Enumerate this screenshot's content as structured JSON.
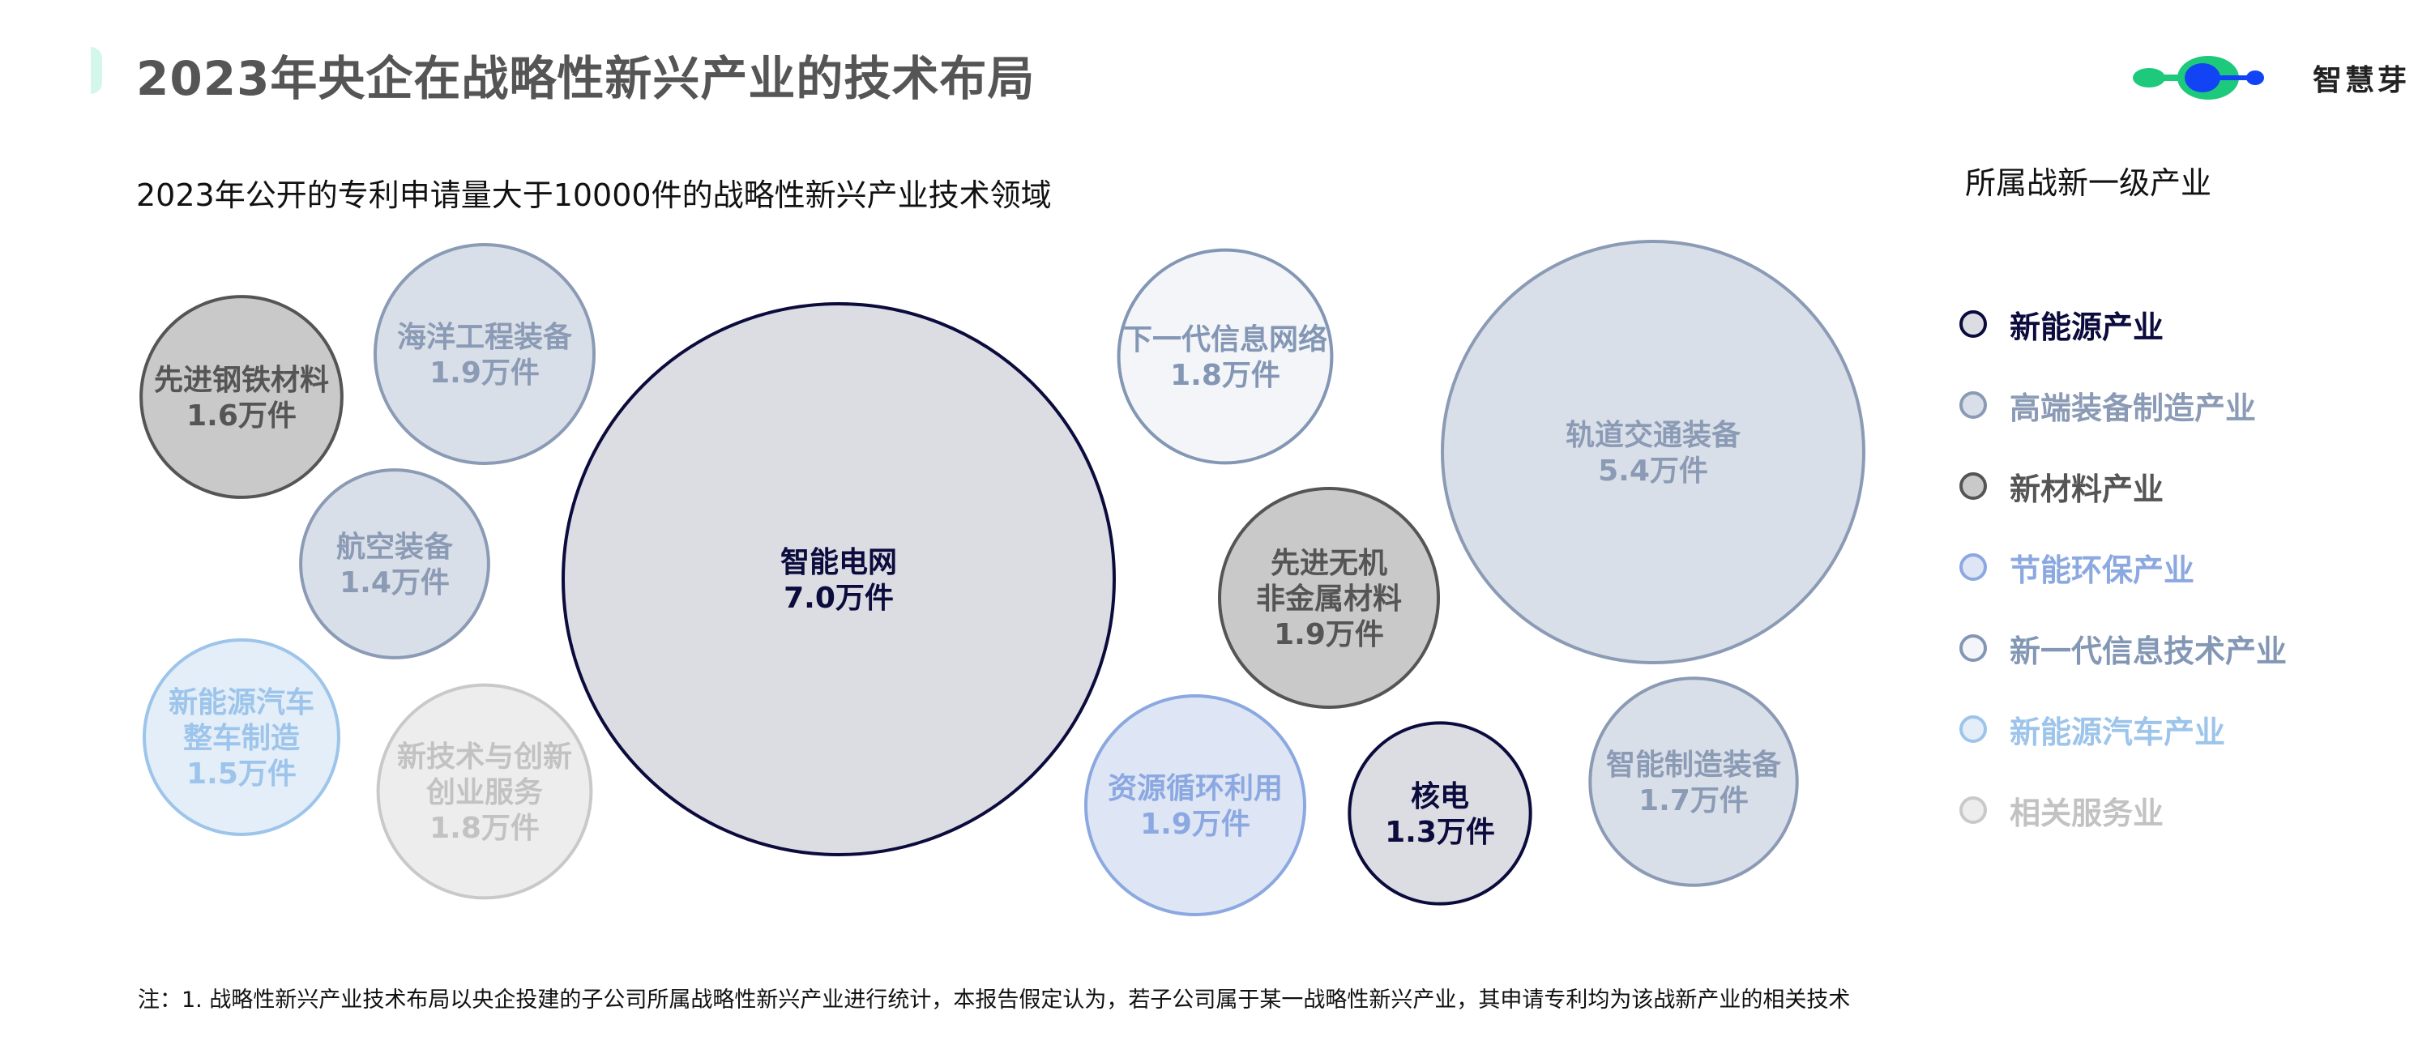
{
  "header": {
    "title": "2023年央企在战略性新兴产业的技术布局"
  },
  "logo": {
    "text": "智慧芽"
  },
  "footnote": "注：1. 战略性新兴产业技术布局以央企投建的子公司所属战略性新兴产业进行统计，本报告假定认为，若子公司属于某一战略性新兴产业，其申请专利均为该战新产业的相关技术",
  "chart_data": {
    "type": "bubble",
    "title": "2023年公开的专利申请量大于10000件的战略性新兴产业技术领域",
    "unit": "万件",
    "legend_title": "所属战新一级产业",
    "legend_placement": "right",
    "categories": [
      {
        "name": "新能源产业",
        "fill": "#dcdde3",
        "stroke": "#0b0b3d",
        "text": "#0b0b3d"
      },
      {
        "name": "高端装备制造产业",
        "fill": "#d9dfe8",
        "stroke": "#8b9bb5",
        "text": "#8b9bb5"
      },
      {
        "name": "新材料产业",
        "fill": "#c9c9c9",
        "stroke": "#555555",
        "text": "#555555"
      },
      {
        "name": "节能环保产业",
        "fill": "#dee5f5",
        "stroke": "#8ba8e0",
        "text": "#8ba8e0"
      },
      {
        "name": "新一代信息技术产业",
        "fill": "#f3f5f8",
        "stroke": "#8397b5",
        "text": "#8397b5"
      },
      {
        "name": "新能源汽车产业",
        "fill": "#e3eef9",
        "stroke": "#9dc4ea",
        "text": "#9dc4ea"
      },
      {
        "name": "相关服务业",
        "fill": "#ededed",
        "stroke": "#c9c9c9",
        "text": "#c2c2c2"
      }
    ],
    "bubbles": [
      {
        "lines": [
          "智能电网"
        ],
        "value": 7.0,
        "value_label": "7.0万件",
        "category": 0
      },
      {
        "lines": [
          "轨道交通装备"
        ],
        "value": 5.4,
        "value_label": "5.4万件",
        "category": 1
      },
      {
        "lines": [
          "海洋工程装备"
        ],
        "value": 1.9,
        "value_label": "1.9万件",
        "category": 1
      },
      {
        "lines": [
          "先进无机",
          "非金属材料"
        ],
        "value": 1.9,
        "value_label": "1.9万件",
        "category": 2
      },
      {
        "lines": [
          "资源循环利用"
        ],
        "value": 1.9,
        "value_label": "1.9万件",
        "category": 3
      },
      {
        "lines": [
          "下一代信息网络"
        ],
        "value": 1.8,
        "value_label": "1.8万件",
        "category": 4
      },
      {
        "lines": [
          "新技术与创新",
          "创业服务"
        ],
        "value": 1.8,
        "value_label": "1.8万件",
        "category": 6
      },
      {
        "lines": [
          "智能制造装备"
        ],
        "value": 1.7,
        "value_label": "1.7万件",
        "category": 1
      },
      {
        "lines": [
          "先进钢铁材料"
        ],
        "value": 1.6,
        "value_label": "1.6万件",
        "category": 2
      },
      {
        "lines": [
          "新能源汽车",
          "整车制造"
        ],
        "value": 1.5,
        "value_label": "1.5万件",
        "category": 5
      },
      {
        "lines": [
          "航空装备"
        ],
        "value": 1.4,
        "value_label": "1.4万件",
        "category": 1
      },
      {
        "lines": [
          "核电"
        ],
        "value": 1.3,
        "value_label": "1.3万件",
        "category": 0
      }
    ]
  }
}
